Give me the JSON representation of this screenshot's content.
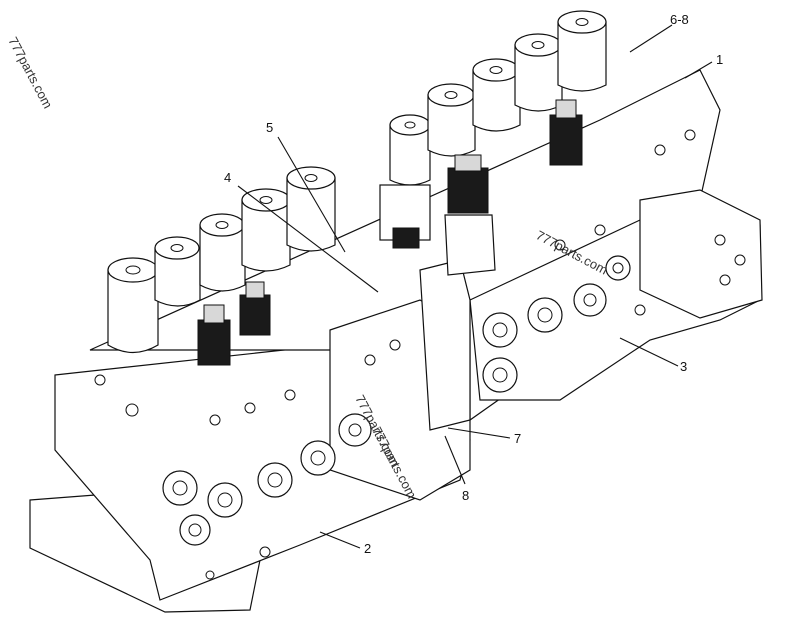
{
  "callouts": {
    "c1": "1",
    "c2": "2",
    "c3": "3",
    "c4": "4",
    "c5": "5",
    "c6_8": "6-8",
    "c7": "7",
    "c8": "8"
  },
  "watermarks": {
    "w1": "777parts.com",
    "w2": "777parts.com",
    "w3": "777parts.com",
    "w4": "777parts.com"
  }
}
